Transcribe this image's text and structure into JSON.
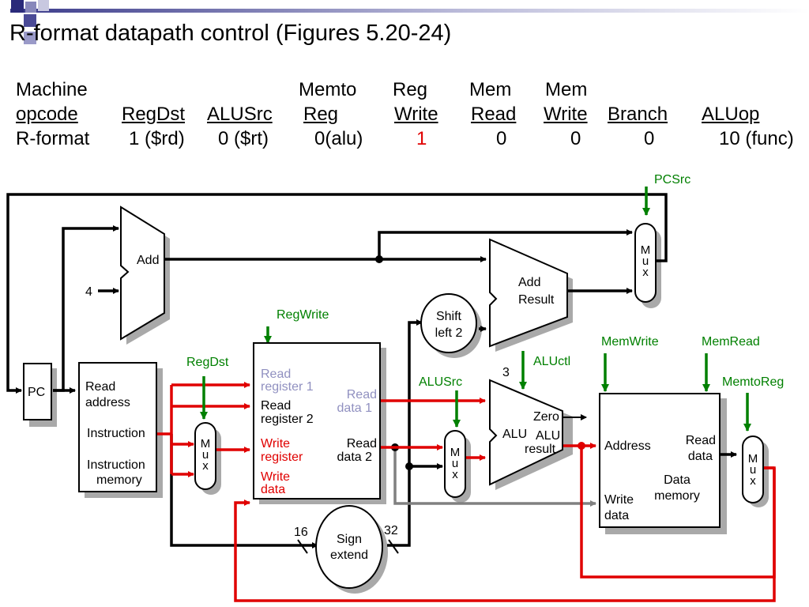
{
  "title": "R-format datapath control (Figures 5.20-24)",
  "control_table": {
    "row1": {
      "machine": "Machine",
      "memto": "Memto",
      "reg": "Reg",
      "mem_read": "Mem",
      "mem_write": "Mem"
    },
    "row2": {
      "opcode": "opcode",
      "regdst": "RegDst",
      "alusrc": "ALUSrc",
      "memtoreg": "Reg",
      "regwrite": "Write",
      "memread": "Read",
      "memwrite": "Write",
      "branch": "Branch",
      "aluop": "ALUop"
    },
    "row3": {
      "format": "R-format",
      "regdst": "1 ($rd)",
      "alusrc": "0 ($rt)",
      "memtoreg": "0(alu)",
      "regwrite": "1",
      "memread": "0",
      "memwrite": "0",
      "branch": "0",
      "aluop": "10 (func)"
    }
  },
  "diagram": {
    "signals": {
      "pcsrc": "PCSrc",
      "regwrite": "RegWrite",
      "regdst": "RegDst",
      "alusrc": "ALUSrc",
      "aluctl": "ALUctl",
      "aluctl_width": "3",
      "memwrite": "MemWrite",
      "memread": "MemRead",
      "memtoreg": "MemtoReg"
    },
    "pc": "PC",
    "four": "4",
    "add_top": "Add",
    "add_branch": [
      "Add",
      "Result"
    ],
    "shift": [
      "Shift",
      "left 2"
    ],
    "mux_letters": [
      "M",
      "u",
      "x"
    ],
    "instr_mem": {
      "read_address": [
        "Read",
        "address"
      ],
      "instruction": "Instruction",
      "name": [
        "Instruction",
        "memory"
      ]
    },
    "regfile": {
      "read_reg1": [
        "Read",
        "register 1"
      ],
      "read_reg2": [
        "Read",
        "register 2"
      ],
      "write_reg": [
        "Write",
        "register"
      ],
      "write_data": [
        "Write",
        "data"
      ],
      "read_data1": [
        "Read",
        "data 1"
      ],
      "read_data2": [
        "Read",
        "data 2"
      ]
    },
    "sign_extend": {
      "label": [
        "Sign",
        "extend"
      ],
      "in_width": "16",
      "out_width": "32"
    },
    "alu": {
      "label": "ALU",
      "zero": "Zero",
      "result": [
        "ALU",
        "result"
      ]
    },
    "data_mem": {
      "address": "Address",
      "read_data": [
        "Read",
        "data"
      ],
      "write_data": [
        "Write",
        "data"
      ],
      "name": [
        "Data",
        "memory"
      ]
    },
    "colors": {
      "control": "#008000",
      "active": "#e00000",
      "inactive": "#9090c0",
      "wire": "#000000",
      "shadow": "#a9a9a9",
      "deco": "#6a6aa8"
    }
  }
}
